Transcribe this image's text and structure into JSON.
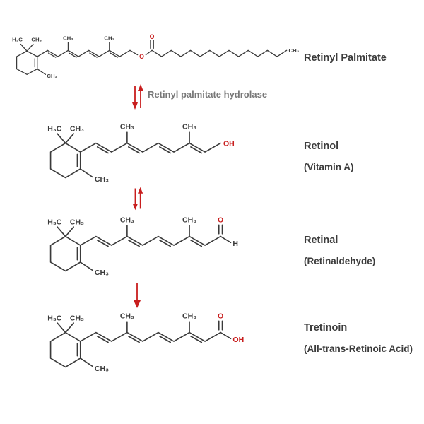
{
  "colors": {
    "background": "#ffffff",
    "bond": "#3a3a3a",
    "heteroatom": "#c81e1e",
    "arrow": "#c81e1e",
    "enzyme_text": "#787878",
    "name_text": "#3c3c3c"
  },
  "atoms": {
    "h3c": "H₃C",
    "ch3": "CH₃",
    "oh": "OH",
    "o": "O",
    "h": "H"
  },
  "enzyme_label": "Retinyl palmitate hydrolase",
  "compounds": [
    {
      "name": "Retinyl Palmitate",
      "subname": ""
    },
    {
      "name": "Retinol",
      "subname": "(Vitamin A)"
    },
    {
      "name": "Retinal",
      "subname": "(Retinaldehyde)"
    },
    {
      "name": "Tretinoin",
      "subname": "(All-trans-Retinoic Acid)"
    }
  ],
  "arrows": [
    {
      "step": 1,
      "type": "reversible"
    },
    {
      "step": 2,
      "type": "reversible"
    },
    {
      "step": 3,
      "type": "forward"
    }
  ]
}
